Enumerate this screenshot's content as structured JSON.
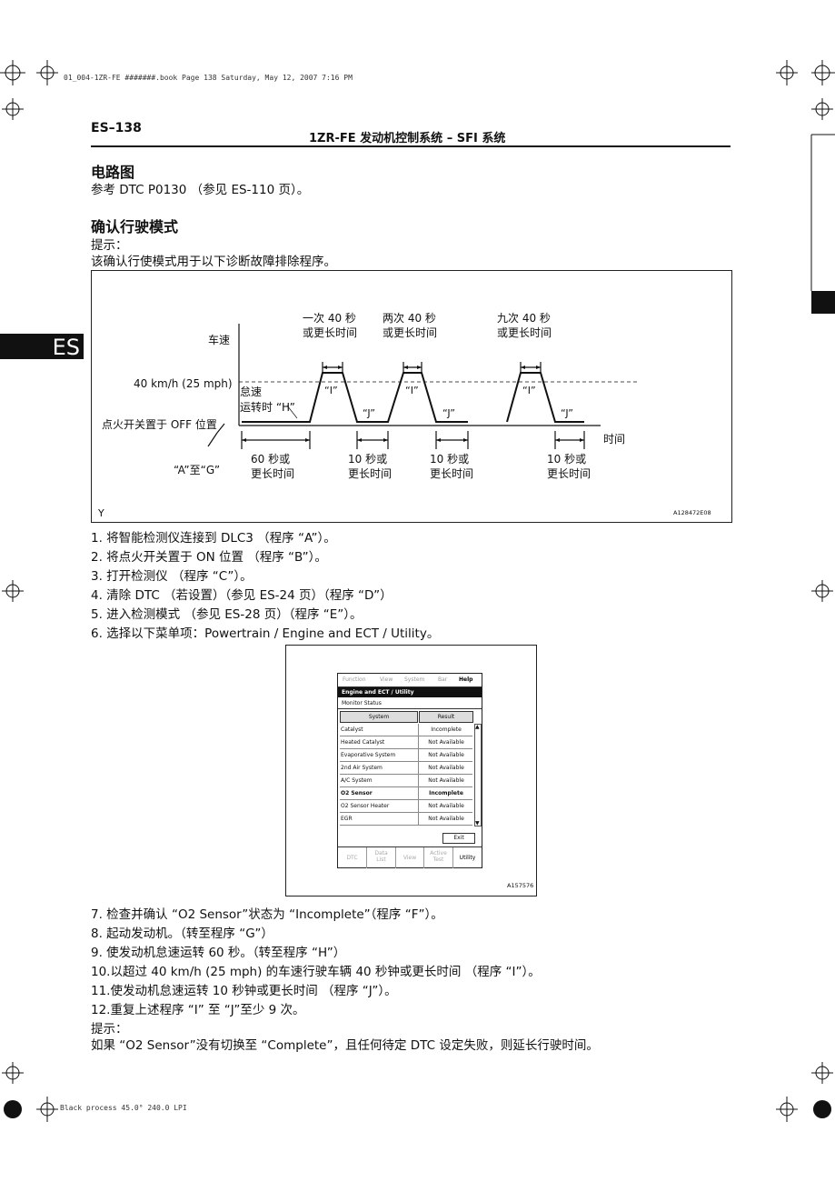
{
  "print_info": "01_004-1ZR-FE #######.book  Page 138  Saturday, May 12, 2007  7:16 PM",
  "print_footer": "Black process 45.0°  240.0 LPI",
  "header": {
    "page": "ES–138",
    "title": "1ZR-FE 发动机控制系统 – SFI 系统"
  },
  "side_tab": "ES",
  "section1": {
    "title": "电路图",
    "text": "参考 DTC P0130 （参见 ES-110 页）。"
  },
  "section2": {
    "title": "确认行驶模式",
    "hint_label": "提示：",
    "hint_text": "该确认行使模式用于以下诊断故障排除程序。"
  },
  "diagram": {
    "label_speed": "车速",
    "label_40": "40 km/h (25 mph)",
    "label_idle1": "怠速",
    "label_idle2": "运转时 “H”",
    "label_off": "点火开关置于 OFF 位置",
    "label_ag": "“A”至“G”",
    "label_time": "时间",
    "top1_a": "一次 40 秒",
    "top1_b": "或更长时间",
    "top2_a": "两次 40 秒",
    "top2_b": "或更长时间",
    "top3_a": "九次 40 秒",
    "top3_b": "或更长时间",
    "bot1_a": "60 秒或",
    "bot1_b": "更长时间",
    "bot2_a": "10 秒或",
    "bot2_b": "更长时间",
    "bot3_a": "10 秒或",
    "bot3_b": "更长时间",
    "bot4_a": "10 秒或",
    "bot4_b": "更长时间",
    "mark_i": "“I”",
    "mark_j": "“J”",
    "corner": "Y",
    "code": "A128472E08"
  },
  "steps_a": [
    "1.  将智能检测仪连接到 DLC3 （程序 “A”）。",
    "2.  将点火开关置于 ON 位置 （程序 “B”）。",
    "3.  打开检测仪 （程序 “C”）。",
    "4.  清除 DTC （若设置）（参见 ES-24 页）（程序 “D”）",
    "5.  进入检测模式 （参见 ES-28 页）（程序 “E”）。",
    "6.  选择以下菜单项：Powertrain / Engine and ECT / Utility。"
  ],
  "screen": {
    "menu": [
      "Function",
      "View",
      "System",
      "Bar",
      "Help"
    ],
    "title_bar": "Engine and ECT / Utility",
    "subtitle": "Monitor Status",
    "col_system": "System",
    "col_result": "Result",
    "rows": [
      {
        "system": "Catalyst",
        "result": "Incomplete"
      },
      {
        "system": "Heated Catalyst",
        "result": "Not Available"
      },
      {
        "system": "Evaporative System",
        "result": "Not Available"
      },
      {
        "system": "2nd Air System",
        "result": "Not Available"
      },
      {
        "system": "A/C System",
        "result": "Not Available"
      },
      {
        "system": "O2 Sensor",
        "result": "Incomplete"
      },
      {
        "system": "O2 Sensor Heater",
        "result": "Not Available"
      },
      {
        "system": "EGR",
        "result": "Not Available"
      }
    ],
    "exit": "Exit",
    "tabs": [
      "DTC",
      "Data List",
      "View",
      "Active Test",
      "Utility"
    ],
    "code": "A157576"
  },
  "steps_b": [
    "7.  检查并确认 “O2 Sensor”状态为 “Incomplete”（程序 “F”）。",
    "8.  起动发动机。（转至程序 “G”）",
    "9.  使发动机怠速运转 60 秒。（转至程序 “H”）",
    "10.以超过 40 km/h (25 mph) 的车速行驶车辆 40 秒钟或更长时间 （程序 “I”）。",
    "11.使发动机怠速运转 10 秒钟或更长时间 （程序 “J”）。",
    "12.重复上述程序 “I” 至 “J”至少 9 次。"
  ],
  "final_hint": {
    "label": "提示：",
    "text": "如果 “O2 Sensor”没有切换至 “Complete”，且任何待定 DTC 设定失败，则延长行驶时间。"
  }
}
